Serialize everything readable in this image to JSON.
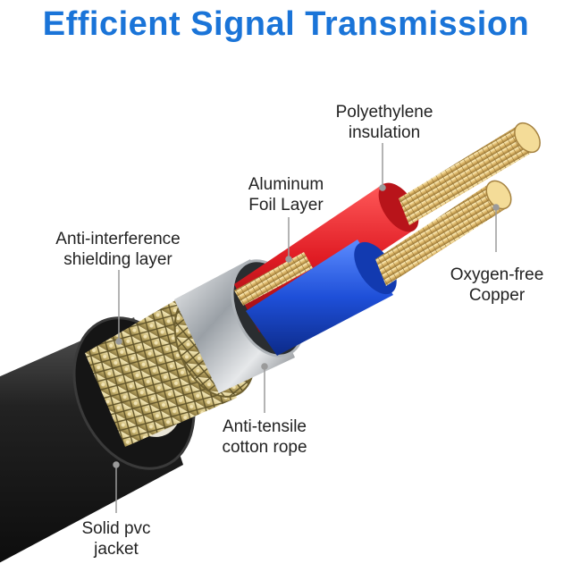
{
  "title": "Efficient Signal Transmission",
  "colors": {
    "title": "#1a74d8",
    "jacket": "#1e1e1e",
    "braid": "#d9c890",
    "foil": "#c8ccd0",
    "red_wire": "#e01c24",
    "blue_wire": "#1e4fd8",
    "copper": "#e6c27a"
  },
  "labels": {
    "polyethylene": {
      "line1": "Polyethylene",
      "line2": "insulation"
    },
    "aluminum": {
      "line1": "Aluminum",
      "line2": "Foil Layer"
    },
    "shielding": {
      "line1": "Anti-interference",
      "line2": "shielding layer"
    },
    "copper": {
      "line1": "Oxygen-free",
      "line2": "Copper"
    },
    "cotton": {
      "line1": "Anti-tensile",
      "line2": "cotton rope"
    },
    "jacket": {
      "line1": "Solid pvc",
      "line2": "jacket"
    }
  }
}
